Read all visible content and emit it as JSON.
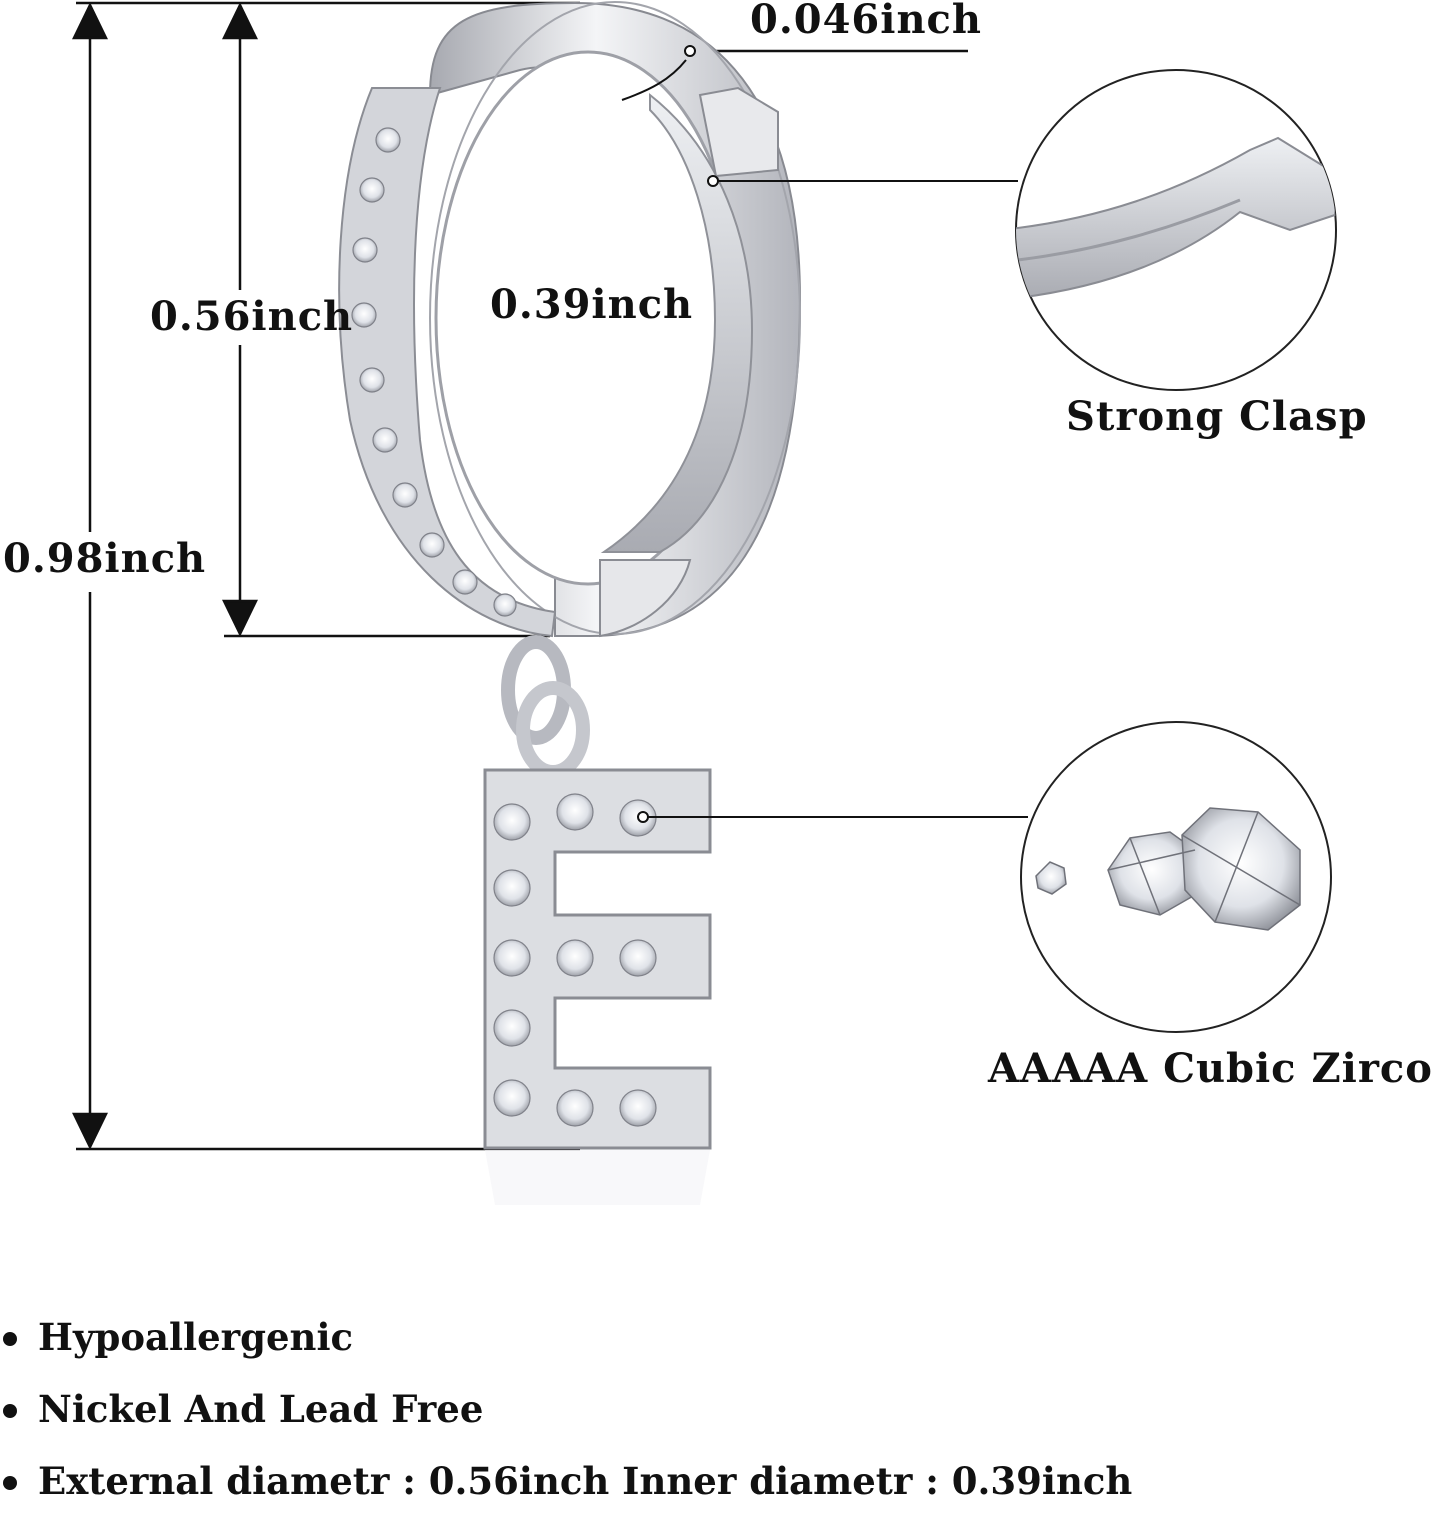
{
  "dimensions": {
    "width_label": "0.046inch",
    "outer_label": "0.56inch",
    "inner_label": "0.39inch",
    "total_label": "0.98inch"
  },
  "callouts": {
    "clasp_label": "Strong Clasp",
    "stone_label": "AAAAA Cubic Zirconia"
  },
  "features": [
    "Hypoallergenic",
    "Nickel And Lead Free",
    "External diametr : 0.56inch Inner diametr : 0.39inch"
  ],
  "colors": {
    "metal": "#d9dbe0",
    "metal_dark": "#9a9ca3",
    "text": "#111111"
  }
}
